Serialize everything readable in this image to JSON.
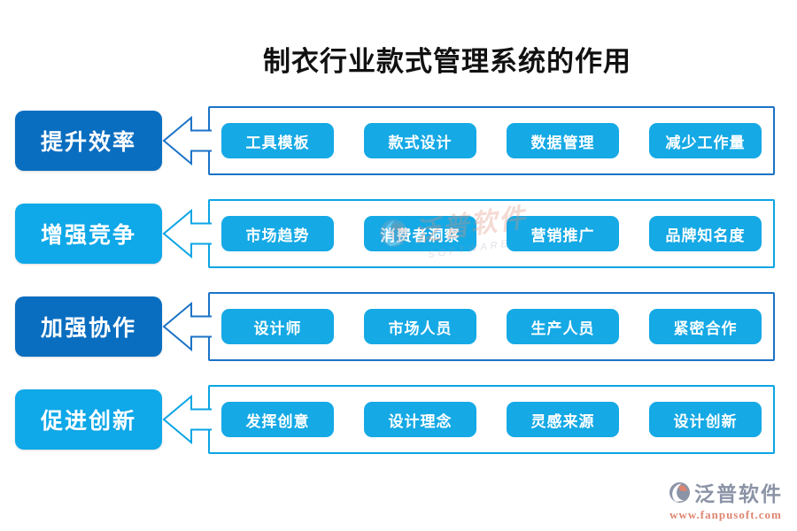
{
  "title": "制衣行业款式管理系统的作用",
  "colors": {
    "dark_label_bg": "#0a6ec0",
    "light_label_bg": "#0fa8e8",
    "item_button_bg": "#15a9e5",
    "dark_border": "#1b73c7",
    "light_border": "#0aa5e5",
    "footer_brand_gray": "#8b93a6",
    "footer_url_salmon": "#dd8570"
  },
  "rows": [
    {
      "label": "提升效率",
      "theme": "dark",
      "items": [
        "工具模板",
        "款式设计",
        "数据管理",
        "减少工作量"
      ]
    },
    {
      "label": "增强竞争",
      "theme": "light",
      "items": [
        "市场趋势",
        "消费者洞察",
        "营销推广",
        "品牌知名度"
      ]
    },
    {
      "label": "加强协作",
      "theme": "dark",
      "items": [
        "设计师",
        "市场人员",
        "生产人员",
        "紧密合作"
      ]
    },
    {
      "label": "促进创新",
      "theme": "light",
      "items": [
        "发挥创意",
        "设计理念",
        "灵感来源",
        "设计创新"
      ]
    }
  ],
  "watermark": {
    "brand": "泛普软件",
    "sub": "SOFTWARE"
  },
  "footer": {
    "brand": "泛普软件",
    "url": "www.fanpusoft.com"
  }
}
